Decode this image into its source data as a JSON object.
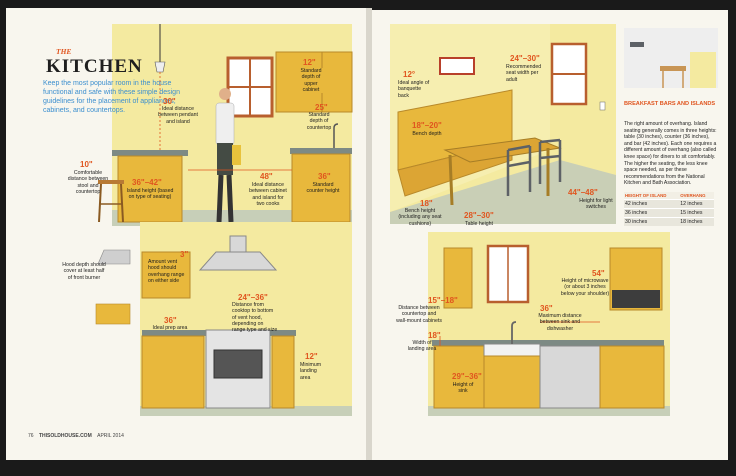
{
  "heading": {
    "the": "THE",
    "title": "KITCHEN"
  },
  "intro": "Keep the most popular room in the house functional and safe with these simple design guidelines for the placement of appliances, cabinets, and countertops.",
  "panel1": {
    "pendant": {
      "dim": "30\"",
      "cap": "Ideal distance between pendant and island"
    },
    "upper_depth": {
      "dim": "12\"",
      "cap": "Standard depth of upper cabinet"
    },
    "counter_depth": {
      "dim": "25\"",
      "cap": "Standard depth of countertop"
    },
    "stool": {
      "dim": "10\"",
      "cap": "Comfortable distance between stool and countertop"
    },
    "island_height": {
      "dim": "36\"–42\"",
      "cap": "Island height (based on type of seating)"
    },
    "two_cooks": {
      "dim": "48\"",
      "cap": "Ideal distance between cabinet and island for two cooks"
    },
    "counter_height": {
      "dim": "36\"",
      "cap": "Standard counter height"
    }
  },
  "panel2": {
    "banquette_angle": {
      "dim": "12°",
      "cap": "Ideal angle of banquette back"
    },
    "seat_width": {
      "dim": "24\"–30\"",
      "cap": "Recommended seat width per adult"
    },
    "bench_depth": {
      "dim": "18\"–20\"",
      "cap": "Bench depth"
    },
    "bench_height": {
      "dim": "18\"",
      "cap": "Bench height (including any seat cushions)"
    },
    "table_height": {
      "dim": "28\"–30\"",
      "cap": "Table height"
    },
    "light_switch": {
      "dim": "44\"–48\"",
      "cap": "Height for light switches"
    }
  },
  "sidebar": {
    "title": "BREAKFAST BARS AND ISLANDS",
    "body": "The right amount of overhang. Island seating generally comes in three heights: table (30 inches), counter (36 inches), and bar (42 inches). Each one requires a different amount of overhang (also called knee space) for diners to sit comfortably. The higher the seating, the less knee space needed, as per these recommendations from the National Kitchen and Bath Association.",
    "col1": "HEIGHT OF ISLAND",
    "col2": "OVERHANG",
    "rows": [
      {
        "height": "42 inches",
        "overhang": "12 inches"
      },
      {
        "height": "36 inches",
        "overhang": "15 inches"
      },
      {
        "height": "30 inches",
        "overhang": "18 inches"
      }
    ]
  },
  "panel3": {
    "hood": {
      "cap": "Hood depth should cover at least half of front burner"
    },
    "vent": {
      "dim": "3\"",
      "cap": "Amount vent hood should overhang range on either side"
    },
    "cooktop": {
      "dim": "24\"–36\"",
      "cap": "Distance from cooktop to bottom of vent hood, depending on range type and size"
    },
    "prep": {
      "dim": "36\"",
      "cap": "Ideal prep area"
    },
    "landing": {
      "dim": "12\"",
      "cap": "Minimum landing area"
    }
  },
  "panel4": {
    "wall_cab": {
      "dim": "15\"–18\"",
      "cap": "Distance between countertop and wall-mount cabinets"
    },
    "microwave": {
      "dim": "54\"",
      "cap": "Height of microwave (or about 3 inches below your shoulder)"
    },
    "sink_dw": {
      "dim": "36\"",
      "cap": "Maximum distance between sink and dishwasher"
    },
    "lending": {
      "dim": "18\"",
      "cap": "Width of landing area"
    },
    "sink_h": {
      "dim": "29\"–36\"",
      "cap": "Height of sink"
    }
  },
  "footer": {
    "page": "76",
    "site": "THISOLDHOUSE.COM",
    "date": "APRIL 2014"
  },
  "colors": {
    "accent": "#e0551f",
    "intro": "#3c8fcf",
    "wall": "#f4eaa0",
    "cabinet": "#e8b83c",
    "floor": "#b7c2a6"
  }
}
